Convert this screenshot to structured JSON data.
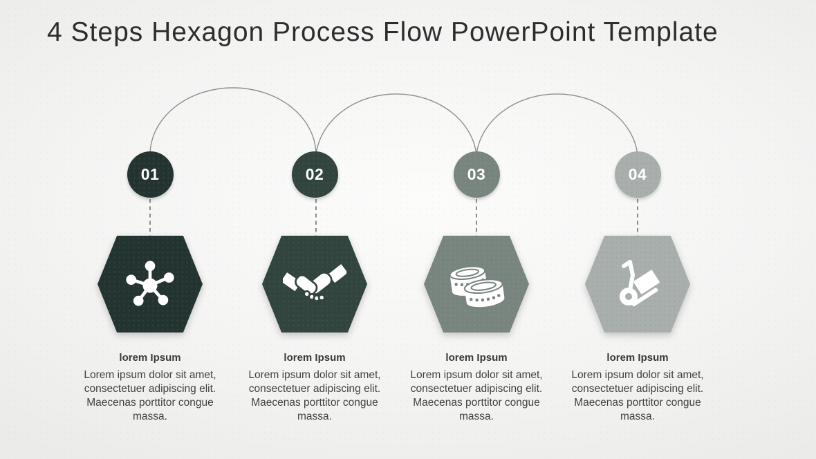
{
  "title": "4 Steps Hexagon Process Flow PowerPoint Template",
  "colors": {
    "step1": "#233430",
    "step2": "#32443e",
    "step3": "#78847e",
    "step4": "#a9afac",
    "arc_line": "#8f8f8f",
    "dashed_line": "#6e6e6e",
    "background": "#f3f3f2",
    "title_text": "#2d2d2d",
    "body_text": "#404040",
    "icon": "#ffffff"
  },
  "steps": [
    {
      "number": "01",
      "icon": "network-nodes-icon",
      "heading": "lorem Ipsum",
      "body": "Lorem ipsum dolor sit amet, consectetuer adipiscing elit. Maecenas porttitor congue massa."
    },
    {
      "number": "02",
      "icon": "handshake-icon",
      "heading": "lorem Ipsum",
      "body": "Lorem ipsum dolor sit amet, consectetuer adipiscing elit. Maecenas porttitor congue massa."
    },
    {
      "number": "03",
      "icon": "coins-icon",
      "heading": "lorem Ipsum",
      "body": "Lorem ipsum dolor sit amet, consectetuer adipiscing elit. Maecenas porttitor congue massa."
    },
    {
      "number": "04",
      "icon": "hand-truck-icon",
      "heading": "lorem Ipsum",
      "body": "Lorem ipsum dolor sit amet, consectetuer adipiscing elit. Maecenas porttitor congue massa."
    }
  ]
}
